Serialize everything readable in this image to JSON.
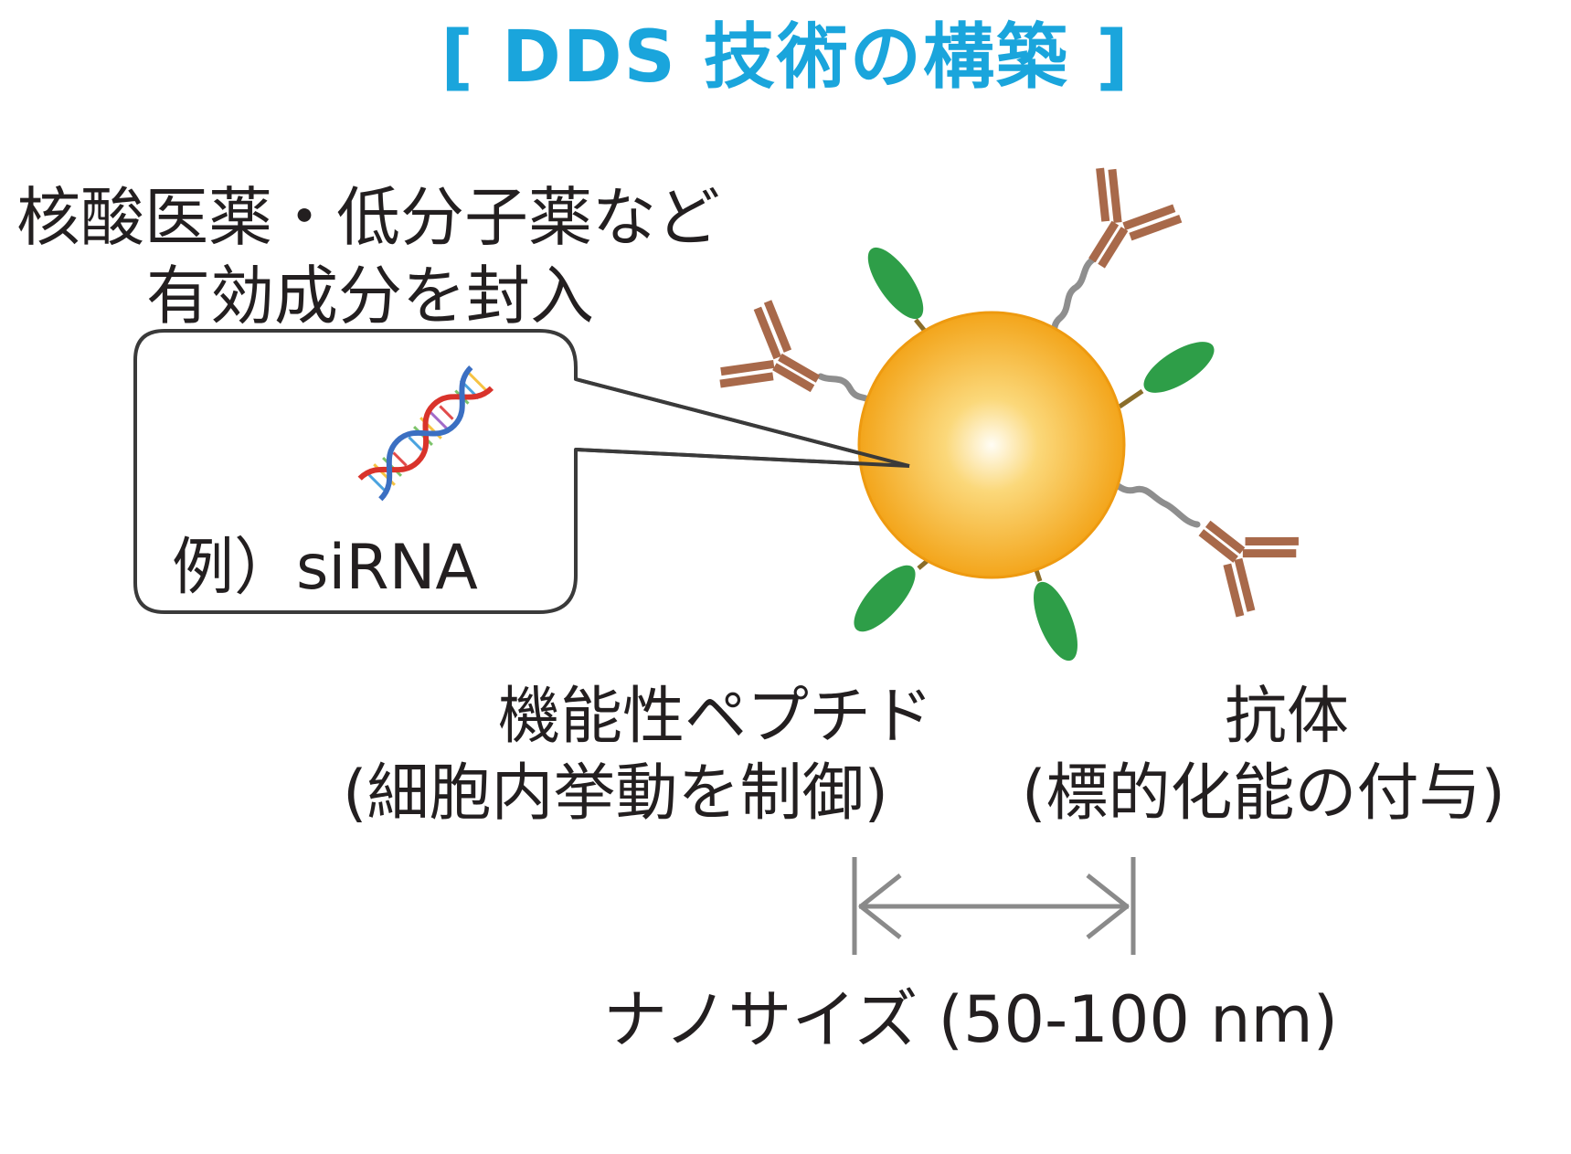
{
  "title": "[ DDS 技術の構築 ]",
  "cargo": {
    "line1": "核酸医薬・低分子薬など",
    "line2": "有効成分を封入",
    "example": "例）siRNA"
  },
  "peptide": {
    "line1": "機能性ペプチド",
    "line2": "(細胞内挙動を制御)"
  },
  "antibody": {
    "line1": "抗体",
    "line2": "(標的化能の付与)"
  },
  "size_label": "ナノサイズ (50-100 nm)",
  "colors": {
    "title": "#1aa5dc",
    "particle_center": "#fffdf5",
    "particle_edge": "#f3a51b",
    "particle_stroke": "#ee9a10",
    "peptide": "#2e9e48",
    "antibody": "#a8694a",
    "linker": "#8e8e8e",
    "arrow": "#8a8a8a",
    "callout_stroke": "#3a3a3a"
  },
  "icons": {
    "cargo": "dna-helix-icon",
    "peptide": "peptide-ellipse-icon",
    "antibody": "antibody-y-icon"
  }
}
